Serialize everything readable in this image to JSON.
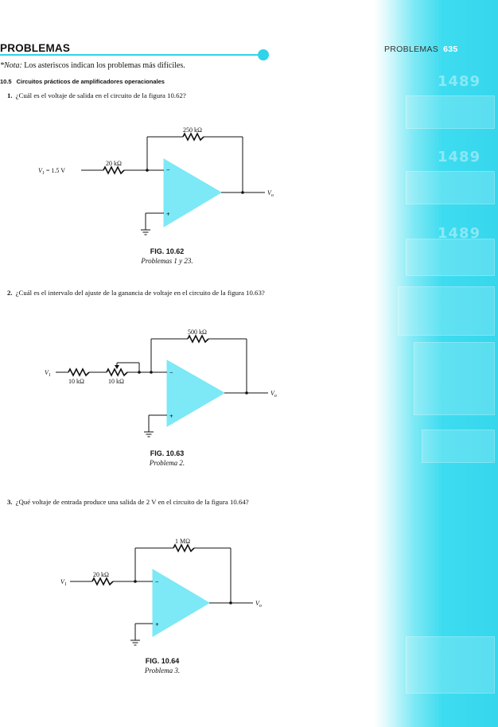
{
  "header": {
    "title": "PROBLEMAS",
    "running_title": "PROBLEMAS",
    "page_number": "635"
  },
  "note": {
    "label": "*Nota:",
    "text": " Los asteriscos indican los problemas más difíciles."
  },
  "section": {
    "number": "10.5",
    "title": "Circuitos prácticos de amplificadores operacionales"
  },
  "problems": [
    {
      "num": "1.",
      "text": "¿Cuál es el voltaje de salida en el circuito de la figura 10.62?"
    },
    {
      "num": "2.",
      "text": "¿Cuál es el intervalo del ajuste de la ganancia de voltaje en el circuito de la figura 10.63?"
    },
    {
      "num": "3.",
      "text": "¿Qué voltaje de entrada produce una salida de 2 V en el circuito de la figura 10.64?"
    }
  ],
  "figures": [
    {
      "caption": "FIG. 10.62",
      "subcaption": "Problemas 1 y 23.",
      "feedback": "250 kΩ",
      "input_res": "20 kΩ",
      "input_label": "V",
      "input_sub": "1",
      "input_value": " = 1.5 V",
      "output_label": "V",
      "output_sub": "o"
    },
    {
      "caption": "FIG. 10.63",
      "subcaption": "Problema 2.",
      "feedback": "500 kΩ",
      "input_res": "10 kΩ",
      "pot_res": "10 kΩ",
      "input_label": "V",
      "input_sub": "1",
      "output_label": "V",
      "output_sub": "o"
    },
    {
      "caption": "FIG. 10.64",
      "subcaption": "Problema 3.",
      "feedback": "1 MΩ",
      "input_res": "20 kΩ",
      "input_label": "V",
      "input_sub": "1",
      "output_label": "V",
      "output_sub": "o"
    }
  ],
  "opamp": {
    "minus": "−",
    "plus": "+"
  },
  "sidebar_text": {
    "n1": "1489",
    "n2": "1489",
    "n3": "1489"
  },
  "colors": {
    "accent": "#2fd3ea",
    "opamp_fill": "#7de8f6"
  }
}
